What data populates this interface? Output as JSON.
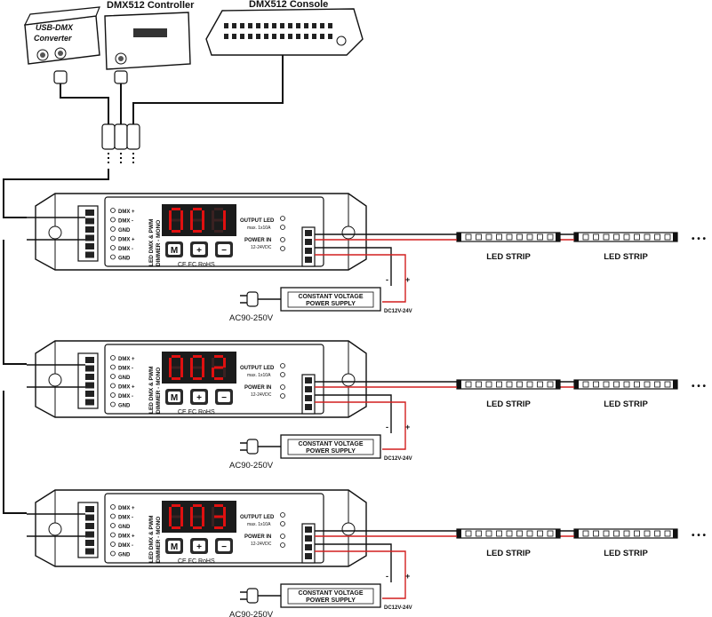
{
  "header": {
    "usb_title_1": "USB-DMX",
    "usb_title_2": "Converter",
    "controller_title": "DMX512 Controller",
    "console_title": "DMX512 Console"
  },
  "decoder": {
    "terminal_labels": [
      "DMX +",
      "DMX -",
      "GND",
      "DMX +",
      "DMX -",
      "GND"
    ],
    "product_line_1": "LED DMX & PWM",
    "product_line_2": "DIMMER - MONO",
    "buttons": [
      "M",
      "+",
      "−"
    ],
    "cert": "CE FC RoHS",
    "output_label": "OUTPUT LED",
    "output_rating": "max. 1x10A",
    "power_label": "POWER IN",
    "power_rating": "12-24VDC"
  },
  "units": [
    {
      "address": "001"
    },
    {
      "address": "002"
    },
    {
      "address": "003"
    }
  ],
  "strip": {
    "label": "LED STRIP",
    "ellipsis": "• • •"
  },
  "power_supply": {
    "line_1": "CONSTANT VOLTAGE",
    "line_2": "POWER SUPPLY",
    "ac_label": "AC90-250V",
    "dc_label": "DC12V-24V",
    "minus": "-",
    "plus": "+"
  },
  "colors": {
    "wire_red": "#d21f1f",
    "digit_red": "#e01010",
    "display_bg": "#1b1b1b"
  }
}
